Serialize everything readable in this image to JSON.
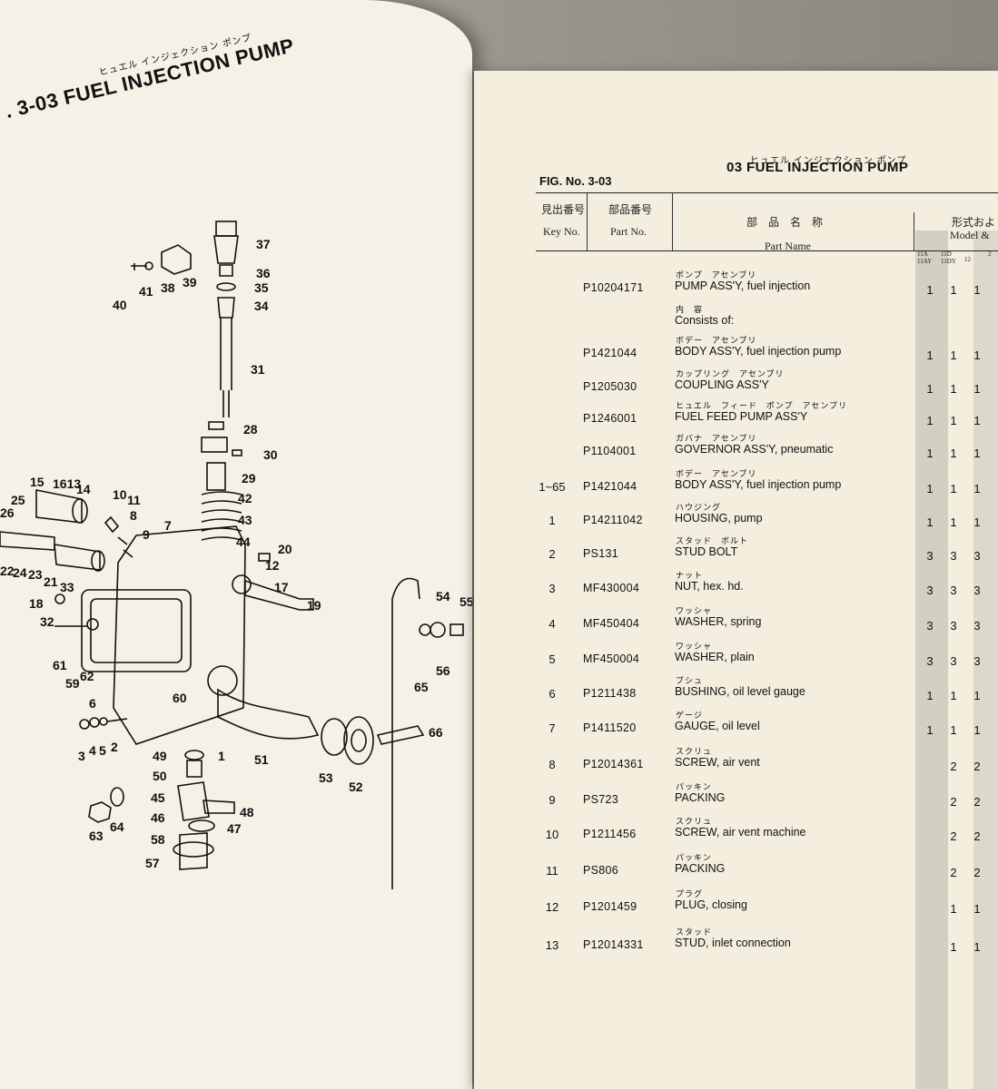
{
  "left": {
    "kana": "ヒュエル インジェクション ポンプ",
    "title": ". 3-03 FUEL INJECTION PUMP",
    "callouts": [
      "37",
      "36",
      "35",
      "34",
      "31",
      "28",
      "30",
      "29",
      "42",
      "43",
      "44",
      "20",
      "12",
      "17",
      "19",
      "40",
      "41",
      "38",
      "39",
      "15",
      "1613",
      "14",
      "10",
      "11",
      "8",
      "9",
      "7",
      "25",
      "26",
      "22",
      "24",
      "23",
      "21",
      "18",
      "33",
      "32",
      "61",
      "62",
      "59",
      "6",
      "60",
      "65",
      "54",
      "55",
      "56",
      "66",
      "3",
      "4",
      "5",
      "2",
      "1",
      "51",
      "53",
      "52",
      "49",
      "50",
      "45",
      "48",
      "46",
      "47",
      "58",
      "57",
      "63",
      "64"
    ]
  },
  "right": {
    "kana": "ヒュエル インジェクション ポンプ",
    "title": "03 FUEL INJECTION PUMP",
    "fig_no": "FIG. No. 3-03",
    "headers": {
      "key_jp": "見出番号",
      "key_en": "Key No.",
      "part_jp": "部品番号",
      "part_en": "Part No.",
      "name_jp": "部　品　名　称",
      "name_en": "Part Name",
      "model_jp": "形式およ",
      "model_en": "Model &",
      "col1": "11A\n11AY",
      "col2": "11D\n11DY",
      "col3": "12",
      "col4": "2"
    },
    "rows": [
      {
        "key": "",
        "pn": "P10204171",
        "kana": "ポンプ　アセンブリ",
        "name": "PUMP ASS'Y, fuel injection",
        "q": [
          "1",
          "1",
          "1"
        ]
      },
      {
        "key": "",
        "pn": "",
        "kana": "内　容",
        "name": "Consists of:",
        "q": [
          "",
          "",
          ""
        ]
      },
      {
        "key": "",
        "pn": "P1421044",
        "kana": "ボデー　アセンブリ",
        "name": "BODY ASS'Y, fuel injection pump",
        "q": [
          "1",
          "1",
          "1"
        ]
      },
      {
        "key": "",
        "pn": "P1205030",
        "kana": "カップリング　アセンブリ",
        "name": "COUPLING ASS'Y",
        "q": [
          "1",
          "1",
          "1"
        ]
      },
      {
        "key": "",
        "pn": "P1246001",
        "kana": "ヒュエル　フィード　ポンプ　アセンブリ",
        "name": "FUEL FEED PUMP ASS'Y",
        "q": [
          "1",
          "1",
          "1"
        ]
      },
      {
        "key": "",
        "pn": "P1104001",
        "kana": "ガバナ　アセンブリ",
        "name": "GOVERNOR ASS'Y, pneumatic",
        "q": [
          "1",
          "1",
          "1"
        ]
      },
      {
        "key": "1~65",
        "pn": "P1421044",
        "kana": "ボデー　アセンブリ",
        "name": "BODY ASS'Y, fuel injection pump",
        "q": [
          "1",
          "1",
          "1"
        ]
      },
      {
        "key": "1",
        "pn": "P14211042",
        "kana": "ハウジング",
        "name": "HOUSING, pump",
        "q": [
          "1",
          "1",
          "1"
        ]
      },
      {
        "key": "2",
        "pn": "PS131",
        "kana": "スタッド　ボルト",
        "name": "STUD BOLT",
        "q": [
          "3",
          "3",
          "3"
        ]
      },
      {
        "key": "3",
        "pn": "MF430004",
        "kana": "ナット",
        "name": "NUT, hex. hd.",
        "q": [
          "3",
          "3",
          "3"
        ]
      },
      {
        "key": "4",
        "pn": "MF450404",
        "kana": "ワッシャ",
        "name": "WASHER, spring",
        "q": [
          "3",
          "3",
          "3"
        ]
      },
      {
        "key": "5",
        "pn": "MF450004",
        "kana": "ワッシャ",
        "name": "WASHER, plain",
        "q": [
          "3",
          "3",
          "3"
        ]
      },
      {
        "key": "6",
        "pn": "P1211438",
        "kana": "ブシュ",
        "name": "BUSHING, oil level gauge",
        "q": [
          "1",
          "1",
          "1"
        ]
      },
      {
        "key": "7",
        "pn": "P1411520",
        "kana": "ゲージ",
        "name": "GAUGE, oil level",
        "q": [
          "1",
          "1",
          "1"
        ]
      },
      {
        "key": "8",
        "pn": "P12014361",
        "kana": "スクリュ",
        "name": "SCREW, air vent",
        "q": [
          "",
          "2",
          "2"
        ]
      },
      {
        "key": "9",
        "pn": "PS723",
        "kana": "パッキン",
        "name": "PACKING",
        "q": [
          "",
          "2",
          "2"
        ]
      },
      {
        "key": "10",
        "pn": "P1211456",
        "kana": "スクリュ",
        "name": "SCREW, air vent machine",
        "q": [
          "",
          "2",
          "2"
        ]
      },
      {
        "key": "11",
        "pn": "PS806",
        "kana": "パッキン",
        "name": "PACKING",
        "q": [
          "",
          "2",
          "2"
        ]
      },
      {
        "key": "12",
        "pn": "P1201459",
        "kana": "プラグ",
        "name": "PLUG, closing",
        "q": [
          "",
          "1",
          "1"
        ]
      },
      {
        "key": "13",
        "pn": "P12014331",
        "kana": "スタッド",
        "name": "STUD, inlet connection",
        "q": [
          "",
          "1",
          "1"
        ]
      }
    ]
  }
}
